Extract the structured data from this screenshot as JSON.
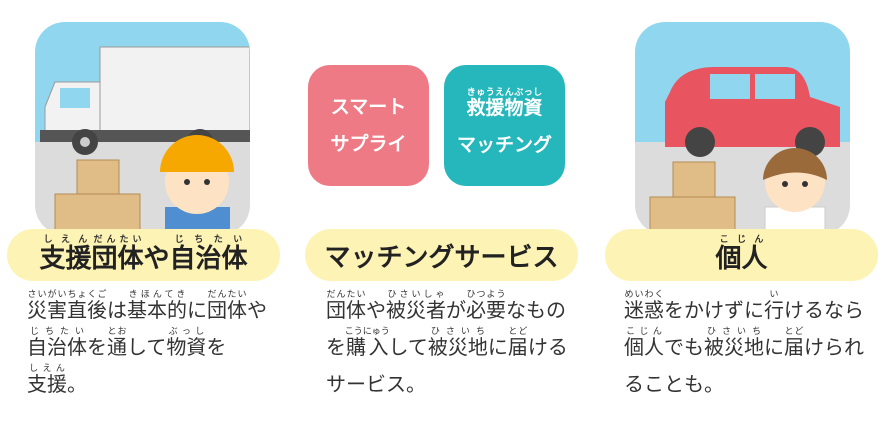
{
  "colors": {
    "pill": "#fdf3b4",
    "smart": "#ee7a86",
    "matching": "#25b7bb",
    "sky": "#8fd6ee",
    "ground": "#dcdcdc"
  },
  "left": {
    "title": [
      [
        "支援",
        "しえん"
      ],
      [
        "団体",
        "だんたい"
      ],
      [
        "や",
        ""
      ],
      [
        "自治体",
        "じちたい"
      ]
    ],
    "desc": [
      [
        "災害直後",
        "さいがいちょくご"
      ],
      [
        "は",
        ""
      ],
      [
        "基本的",
        "きほんてき"
      ],
      [
        "に",
        ""
      ],
      [
        "団体",
        "だんたい"
      ],
      [
        "や",
        ""
      ],
      [
        "自治体",
        "じちたい"
      ],
      [
        "を",
        ""
      ],
      [
        "通",
        "とお"
      ],
      [
        "して",
        ""
      ],
      [
        "物資",
        "ぶっし"
      ],
      [
        "を",
        ""
      ],
      [
        "支援",
        "しえん"
      ],
      [
        "。",
        ""
      ]
    ]
  },
  "center": {
    "smart_tile": [
      "スマート",
      "サプライ"
    ],
    "matching_tile": {
      "line1": [
        [
          "救援物資",
          "きゅうえんぶっし"
        ]
      ],
      "line2": "マッチング"
    },
    "title": [
      [
        "マッチングサービス",
        ""
      ]
    ],
    "desc": [
      [
        "団体",
        "だんたい"
      ],
      [
        "や",
        ""
      ],
      [
        "被災者",
        "ひさいしゃ"
      ],
      [
        "が",
        ""
      ],
      [
        "必要",
        "ひつよう"
      ],
      [
        "なものを",
        ""
      ],
      [
        "購入",
        "こうにゅう"
      ],
      [
        "して",
        ""
      ],
      [
        "被災地",
        "ひさいち"
      ],
      [
        "に",
        ""
      ],
      [
        "届",
        "とど"
      ],
      [
        "けるサービス。",
        ""
      ]
    ]
  },
  "right": {
    "title": [
      [
        "個人",
        "こじん"
      ]
    ],
    "desc": [
      [
        "迷惑",
        "めいわく"
      ],
      [
        "をかけずに",
        ""
      ],
      [
        "行",
        "い"
      ],
      [
        "けるなら",
        ""
      ],
      [
        "個人",
        "こじん"
      ],
      [
        "でも",
        ""
      ],
      [
        "被災地",
        "ひさいち"
      ],
      [
        "に",
        ""
      ],
      [
        "届",
        "とど"
      ],
      [
        "けられることも。",
        ""
      ]
    ]
  }
}
